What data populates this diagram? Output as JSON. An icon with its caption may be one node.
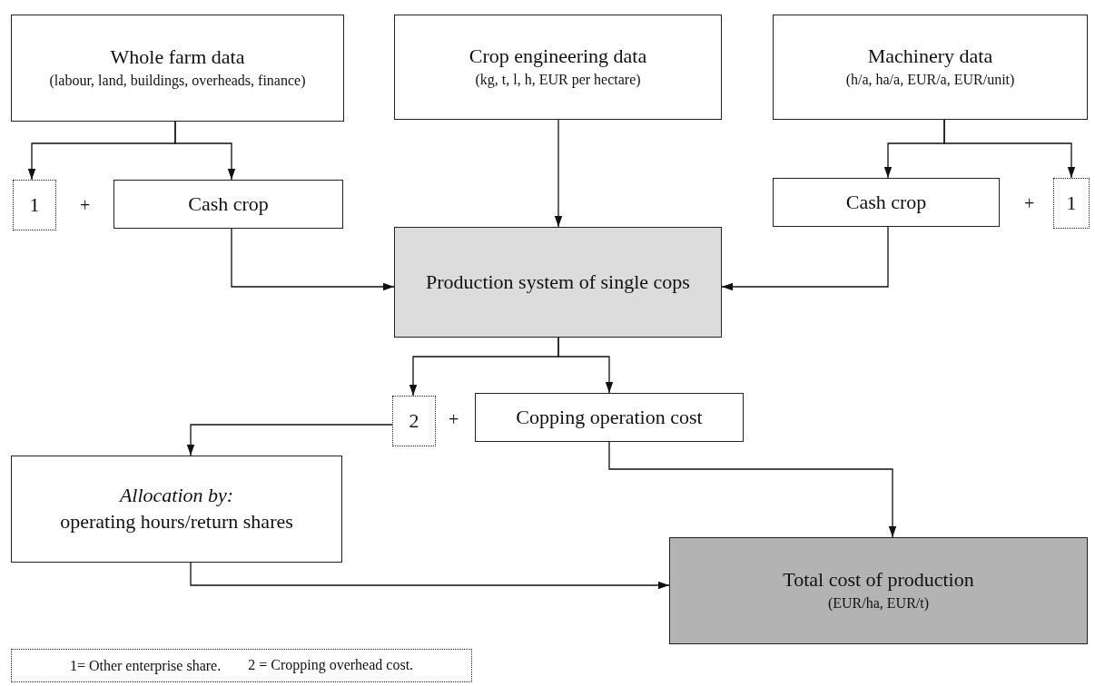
{
  "diagram": {
    "nodes": [
      {
        "text": [
          "Whole farm data",
          "(labour, land, buildings, overheads, finance)"
        ]
      },
      {
        "text": [
          "Crop engineering data",
          "(kg, t, l, h, EUR per hectare)"
        ]
      },
      {
        "text": [
          "Machinery data",
          "(h/a, ha/a, EUR/a, EUR/unit)"
        ]
      },
      {
        "text": [
          "1"
        ]
      },
      {
        "text": [
          "Cash crop"
        ]
      },
      {
        "text": [
          "Cash crop"
        ]
      },
      {
        "text": [
          "1"
        ]
      },
      {
        "text": [
          "Production system of single cops"
        ]
      },
      {
        "text": [
          "2"
        ]
      },
      {
        "text": [
          "Copping operation cost"
        ]
      },
      {
        "text": [
          "Allocation by:",
          "operating hours/return shares"
        ]
      },
      {
        "text": [
          "Total cost of production",
          "(EUR/ha, EUR/t)"
        ]
      },
      {
        "text": [
          "1= Other enterprise share.",
          "2 = Cropping overhead cost."
        ]
      }
    ],
    "edges": [
      {
        "from": 0,
        "to": 3,
        "arrow": "to"
      },
      {
        "from": 0,
        "to": 4,
        "arrow": "to"
      },
      {
        "from": 1,
        "to": 7,
        "arrow": "to"
      },
      {
        "from": 2,
        "to": 5,
        "arrow": "to"
      },
      {
        "from": 2,
        "to": 6,
        "arrow": "to"
      },
      {
        "from": 4,
        "to": 7,
        "arrow": "to"
      },
      {
        "from": 5,
        "to": 7,
        "arrow": "to"
      },
      {
        "from": 7,
        "to": 8,
        "arrow": "to"
      },
      {
        "from": 7,
        "to": 9,
        "arrow": "to"
      },
      {
        "from": 8,
        "to": 10,
        "arrow": "to"
      },
      {
        "from": 9,
        "to": 11,
        "arrow": "to"
      },
      {
        "from": 10,
        "to": 11,
        "arrow": "to"
      }
    ],
    "labels": [
      "+",
      "+",
      "+"
    ]
  }
}
